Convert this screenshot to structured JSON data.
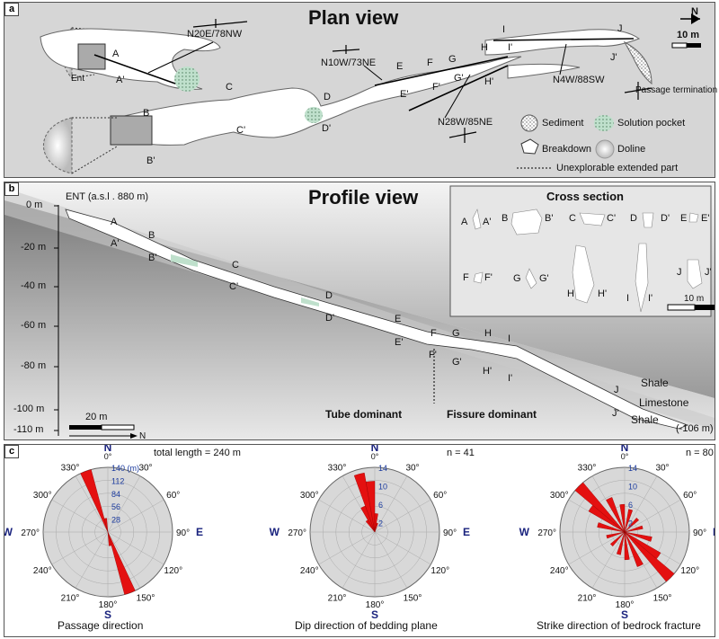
{
  "panel_a": {
    "tag": "a",
    "title": "Plan view",
    "orientations": [
      "N20E/78NW",
      "N10W/73NE",
      "N28W/85NE",
      "N4W/88SW"
    ],
    "entrance": "Ent",
    "termination": "Passage termination",
    "scale": "10 m",
    "north": "N",
    "sections": [
      "A",
      "A'",
      "B",
      "B'",
      "C",
      "C'",
      "D",
      "D'",
      "E",
      "E'",
      "F",
      "F'",
      "G",
      "G'",
      "H",
      "H'",
      "I",
      "I'",
      "J",
      "J'"
    ],
    "legend": {
      "sediment": "Sediment",
      "solution_pocket": "Solution pocket",
      "breakdown": "Breakdown",
      "doline": "Doline",
      "unexplorable": "Unexplorable extended part"
    }
  },
  "panel_b": {
    "tag": "b",
    "title": "Profile view",
    "entrance": "ENT (a.s.l . 880 m)",
    "depths": [
      "0 m",
      "-20 m",
      "-40 m",
      "-60 m",
      "-80 m",
      "-100 m",
      "-110 m"
    ],
    "end_depth": "(-106 m)",
    "zones": {
      "tube": "Tube dominant",
      "fissure": "Fissure dominant"
    },
    "layers": [
      "Shale",
      "Limestone",
      "Shale"
    ],
    "scale": "20 m",
    "north": "N",
    "cross_section": {
      "title": "Cross section",
      "scale": "10 m"
    }
  },
  "panel_c": {
    "tag": "c",
    "roses": [
      {
        "stat": "total length = 240 m",
        "caption": "Passage direction",
        "rings": [
          "28",
          "56",
          "84",
          "112",
          "140 (m)"
        ]
      },
      {
        "stat": "n = 41",
        "caption": "Dip direction of bedding plane",
        "rings": [
          "2",
          "6",
          "10",
          "14"
        ]
      },
      {
        "stat": "n = 80",
        "caption": "Strike direction of bedrock fracture",
        "rings": [
          "2",
          "6",
          "10",
          "14"
        ]
      }
    ],
    "angles": [
      "0°",
      "30°",
      "60°",
      "90°",
      "120°",
      "150°",
      "180°",
      "210°",
      "240°",
      "270°",
      "300°",
      "330°"
    ],
    "cardinals": {
      "n": "N",
      "s": "S",
      "e": "E",
      "w": "W"
    }
  },
  "chart_data": [
    {
      "type": "rose",
      "caption": "Passage direction",
      "total_length_m": 240,
      "petals": [
        {
          "azimuth": 340,
          "value": 140
        },
        {
          "azimuth": 160,
          "value": 140
        },
        {
          "azimuth": 350,
          "value": 30
        },
        {
          "azimuth": 170,
          "value": 30
        }
      ]
    },
    {
      "type": "rose",
      "caption": "Dip direction of bedding plane",
      "n": 41,
      "petals": [
        {
          "azimuth": 345,
          "value": 13
        },
        {
          "azimuth": 355,
          "value": 11
        },
        {
          "azimuth": 5,
          "value": 4
        },
        {
          "azimuth": 335,
          "value": 6
        },
        {
          "azimuth": 325,
          "value": 3
        },
        {
          "azimuth": 15,
          "value": 2
        }
      ]
    },
    {
      "type": "rose",
      "caption": "Strike direction of bedrock fracture",
      "n": 80,
      "petals": [
        {
          "azimuth": 315,
          "value": 14
        },
        {
          "azimuth": 135,
          "value": 14
        },
        {
          "azimuth": 305,
          "value": 9
        },
        {
          "azimuth": 125,
          "value": 9
        },
        {
          "azimuth": 335,
          "value": 8
        },
        {
          "azimuth": 155,
          "value": 8
        },
        {
          "azimuth": 355,
          "value": 6
        },
        {
          "azimuth": 175,
          "value": 6
        },
        {
          "azimuth": 285,
          "value": 6
        },
        {
          "azimuth": 105,
          "value": 6
        },
        {
          "azimuth": 15,
          "value": 5
        },
        {
          "azimuth": 195,
          "value": 5
        },
        {
          "azimuth": 45,
          "value": 4
        },
        {
          "azimuth": 225,
          "value": 4
        },
        {
          "azimuth": 75,
          "value": 4
        },
        {
          "azimuth": 255,
          "value": 4
        }
      ]
    }
  ]
}
